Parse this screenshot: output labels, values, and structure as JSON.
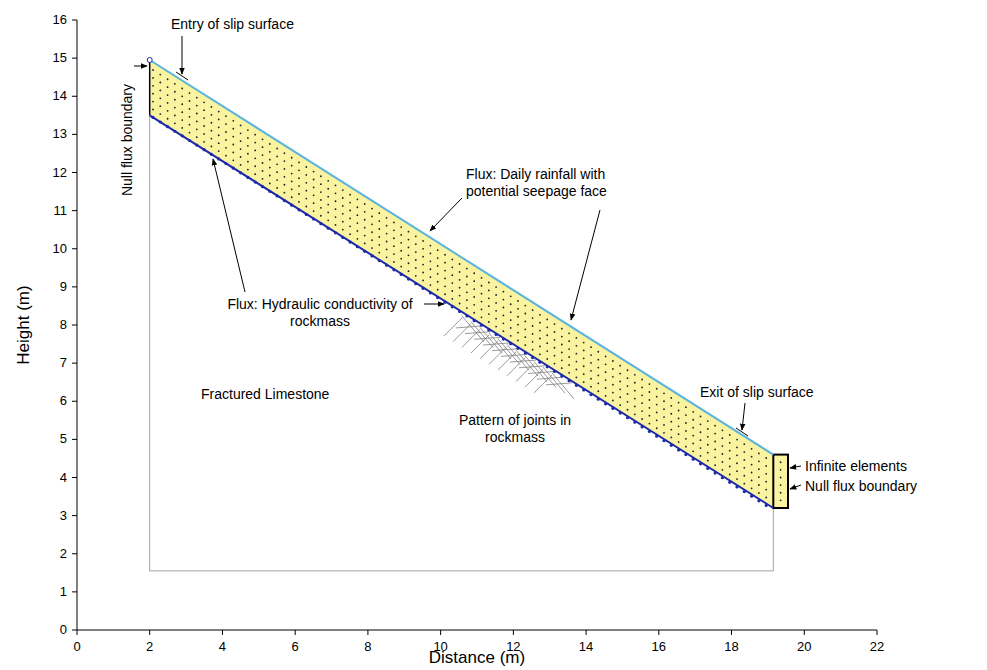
{
  "diagram": {
    "labels": [
      "Entry of slip surface",
      "Null flux boundary",
      "Flux: Daily rainfall with potential seepage face",
      "Flux: Hydraulic conductivity of rockmass",
      "Fractured Limestone",
      "Pattern of joints in rockmass",
      "Exit of slip surface",
      "Infinite elements",
      "Null flux boundary",
      "Height (m)",
      "Distance (m)",
      "0",
      "1",
      "2",
      "3",
      "4",
      "5",
      "6",
      "7",
      "8",
      "9",
      "10",
      "11",
      "12",
      "13",
      "14",
      "15",
      "16",
      "0",
      "2",
      "4",
      "6",
      "8",
      "10",
      "12",
      "14",
      "16",
      "18",
      "20",
      "22"
    ]
  }
}
